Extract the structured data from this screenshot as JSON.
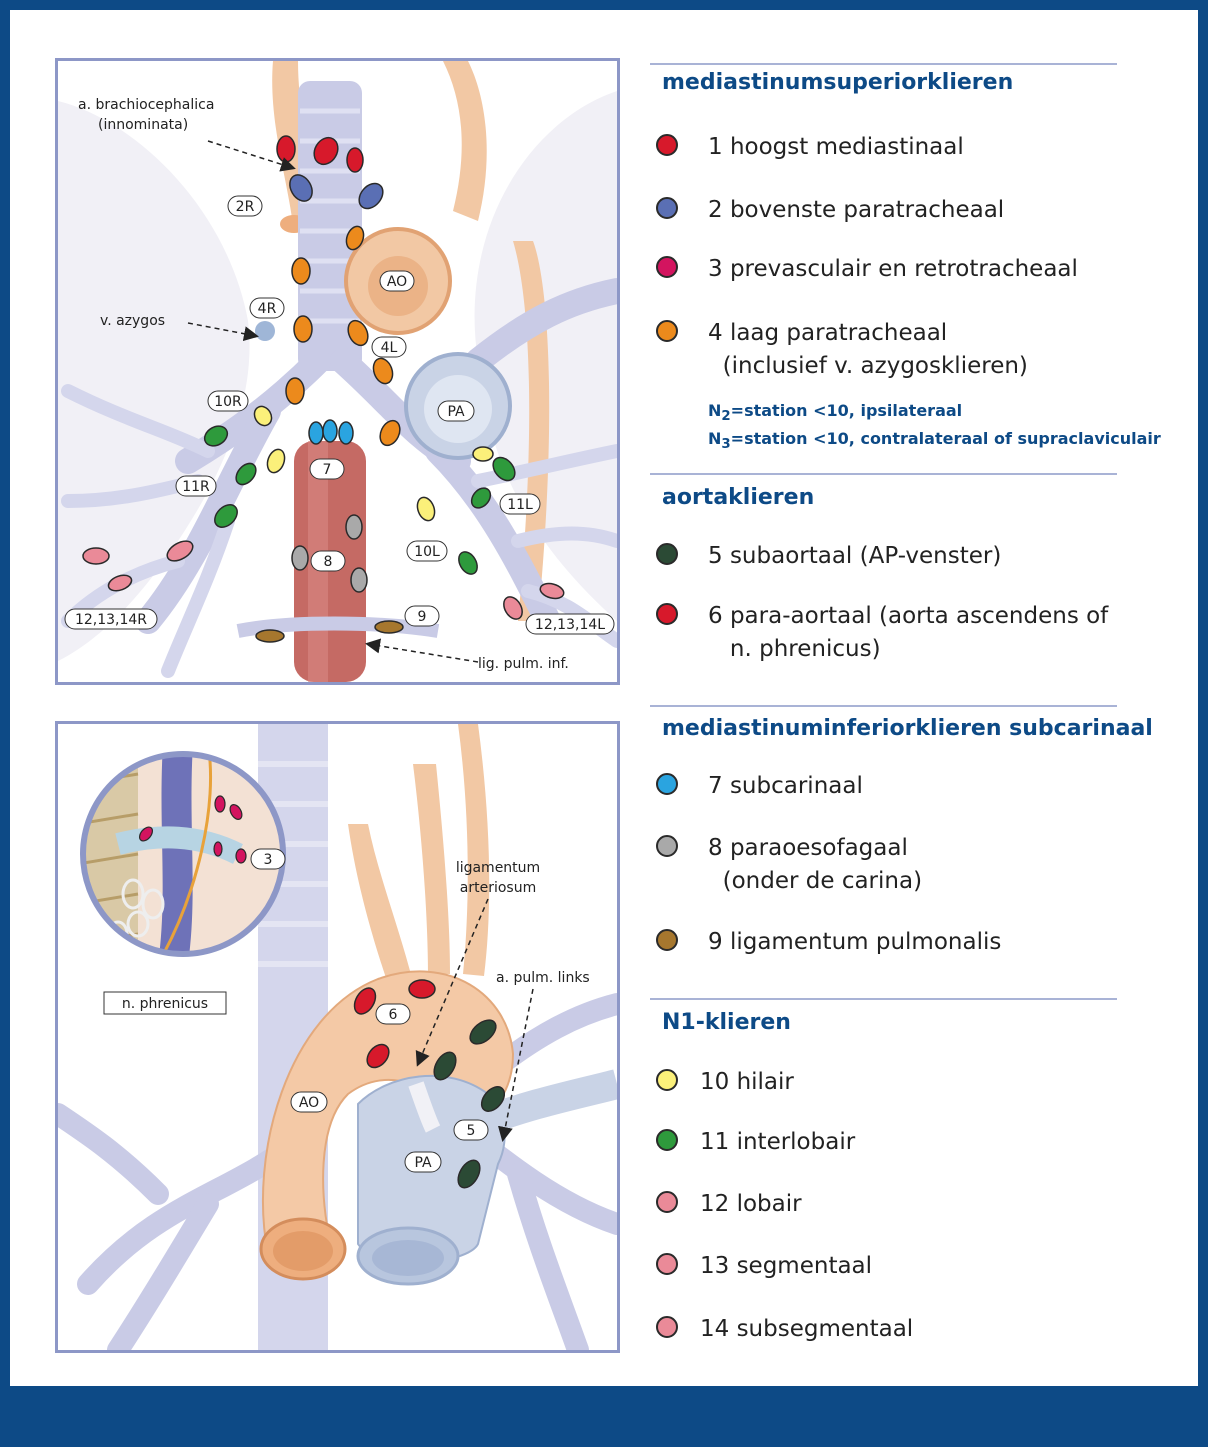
{
  "colors": {
    "frame": "#0d4a86",
    "heading": "#0d4a86",
    "red": "#d7192b",
    "blue": "#5a6fb4",
    "magenta": "#d3145f",
    "orange": "#ec8a1c",
    "darkgreen": "#2b4a35",
    "cyan": "#2aa4e0",
    "gray": "#a9a9a9",
    "brown": "#a6772e",
    "yellow": "#fbf07a",
    "green": "#2e9a3c",
    "pink": "#ea8a98"
  },
  "top_diagram": {
    "labels": {
      "brachio_1": "a. brachiocephalica",
      "brachio_2": "(innominata)",
      "azygos": "v. azygos",
      "lig_pulm": "lig. pulm. inf."
    },
    "tags": {
      "t2R": "2R",
      "t4R": "4R",
      "t4L": "4L",
      "t10R": "10R",
      "t11R": "11R",
      "t7": "7",
      "t8": "8",
      "t9": "9",
      "t10L": "10L",
      "t11L": "11L",
      "t12R": "12,13,14R",
      "t12L": "12,13,14L",
      "AO": "AO",
      "PA": "PA"
    }
  },
  "bottom_diagram": {
    "labels": {
      "lig_art_1": "ligamentum",
      "lig_art_2": "arteriosum",
      "pulm_links": "a. pulm. links",
      "phrenicus": "n. phrenicus"
    },
    "tags": {
      "t3": "3",
      "t6": "6",
      "t5": "5",
      "AO": "AO",
      "PA": "PA"
    }
  },
  "legend": {
    "sec1": {
      "title": "mediastinumsuperiorklieren",
      "items": [
        {
          "label": "1 hoogst mediastinaal",
          "color": "red"
        },
        {
          "label": "2 bovenste paratracheaal",
          "color": "blue"
        },
        {
          "label": "3 prevasculair en retrotracheaal",
          "color": "magenta"
        },
        {
          "label": "4 laag paratracheaal\n  (inclusief v. azygosklieren)",
          "color": "orange"
        }
      ],
      "note1": {
        "pre": "N",
        "sub": "2",
        "post": "=station <10, ipsilateraal"
      },
      "note2": {
        "pre": "N",
        "sub": "3",
        "post": "=station <10, contralateraal of supraclaviculair"
      }
    },
    "sec2": {
      "title": "aortaklieren",
      "items": [
        {
          "label": "5 subaortaal (AP-venster)",
          "color": "darkgreen"
        },
        {
          "label": "6 para-aortaal (aorta ascendens of\n   n. phrenicus)",
          "color": "red"
        }
      ]
    },
    "sec3": {
      "title": "mediastinuminferiorklieren subcarinaal",
      "items": [
        {
          "label": "7 subcarinaal",
          "color": "cyan"
        },
        {
          "label": "8 paraoesofagaal\n  (onder de carina)",
          "color": "gray"
        },
        {
          "label": "9 ligamentum pulmonalis",
          "color": "brown"
        }
      ]
    },
    "sec4": {
      "title": "N1-klieren",
      "items": [
        {
          "label": "10 hilair",
          "color": "yellow"
        },
        {
          "label": "11 interlobair",
          "color": "green"
        },
        {
          "label": "12 lobair",
          "color": "pink"
        },
        {
          "label": "13 segmentaal",
          "color": "pink"
        },
        {
          "label": "14 subsegmentaal",
          "color": "pink"
        }
      ]
    }
  }
}
